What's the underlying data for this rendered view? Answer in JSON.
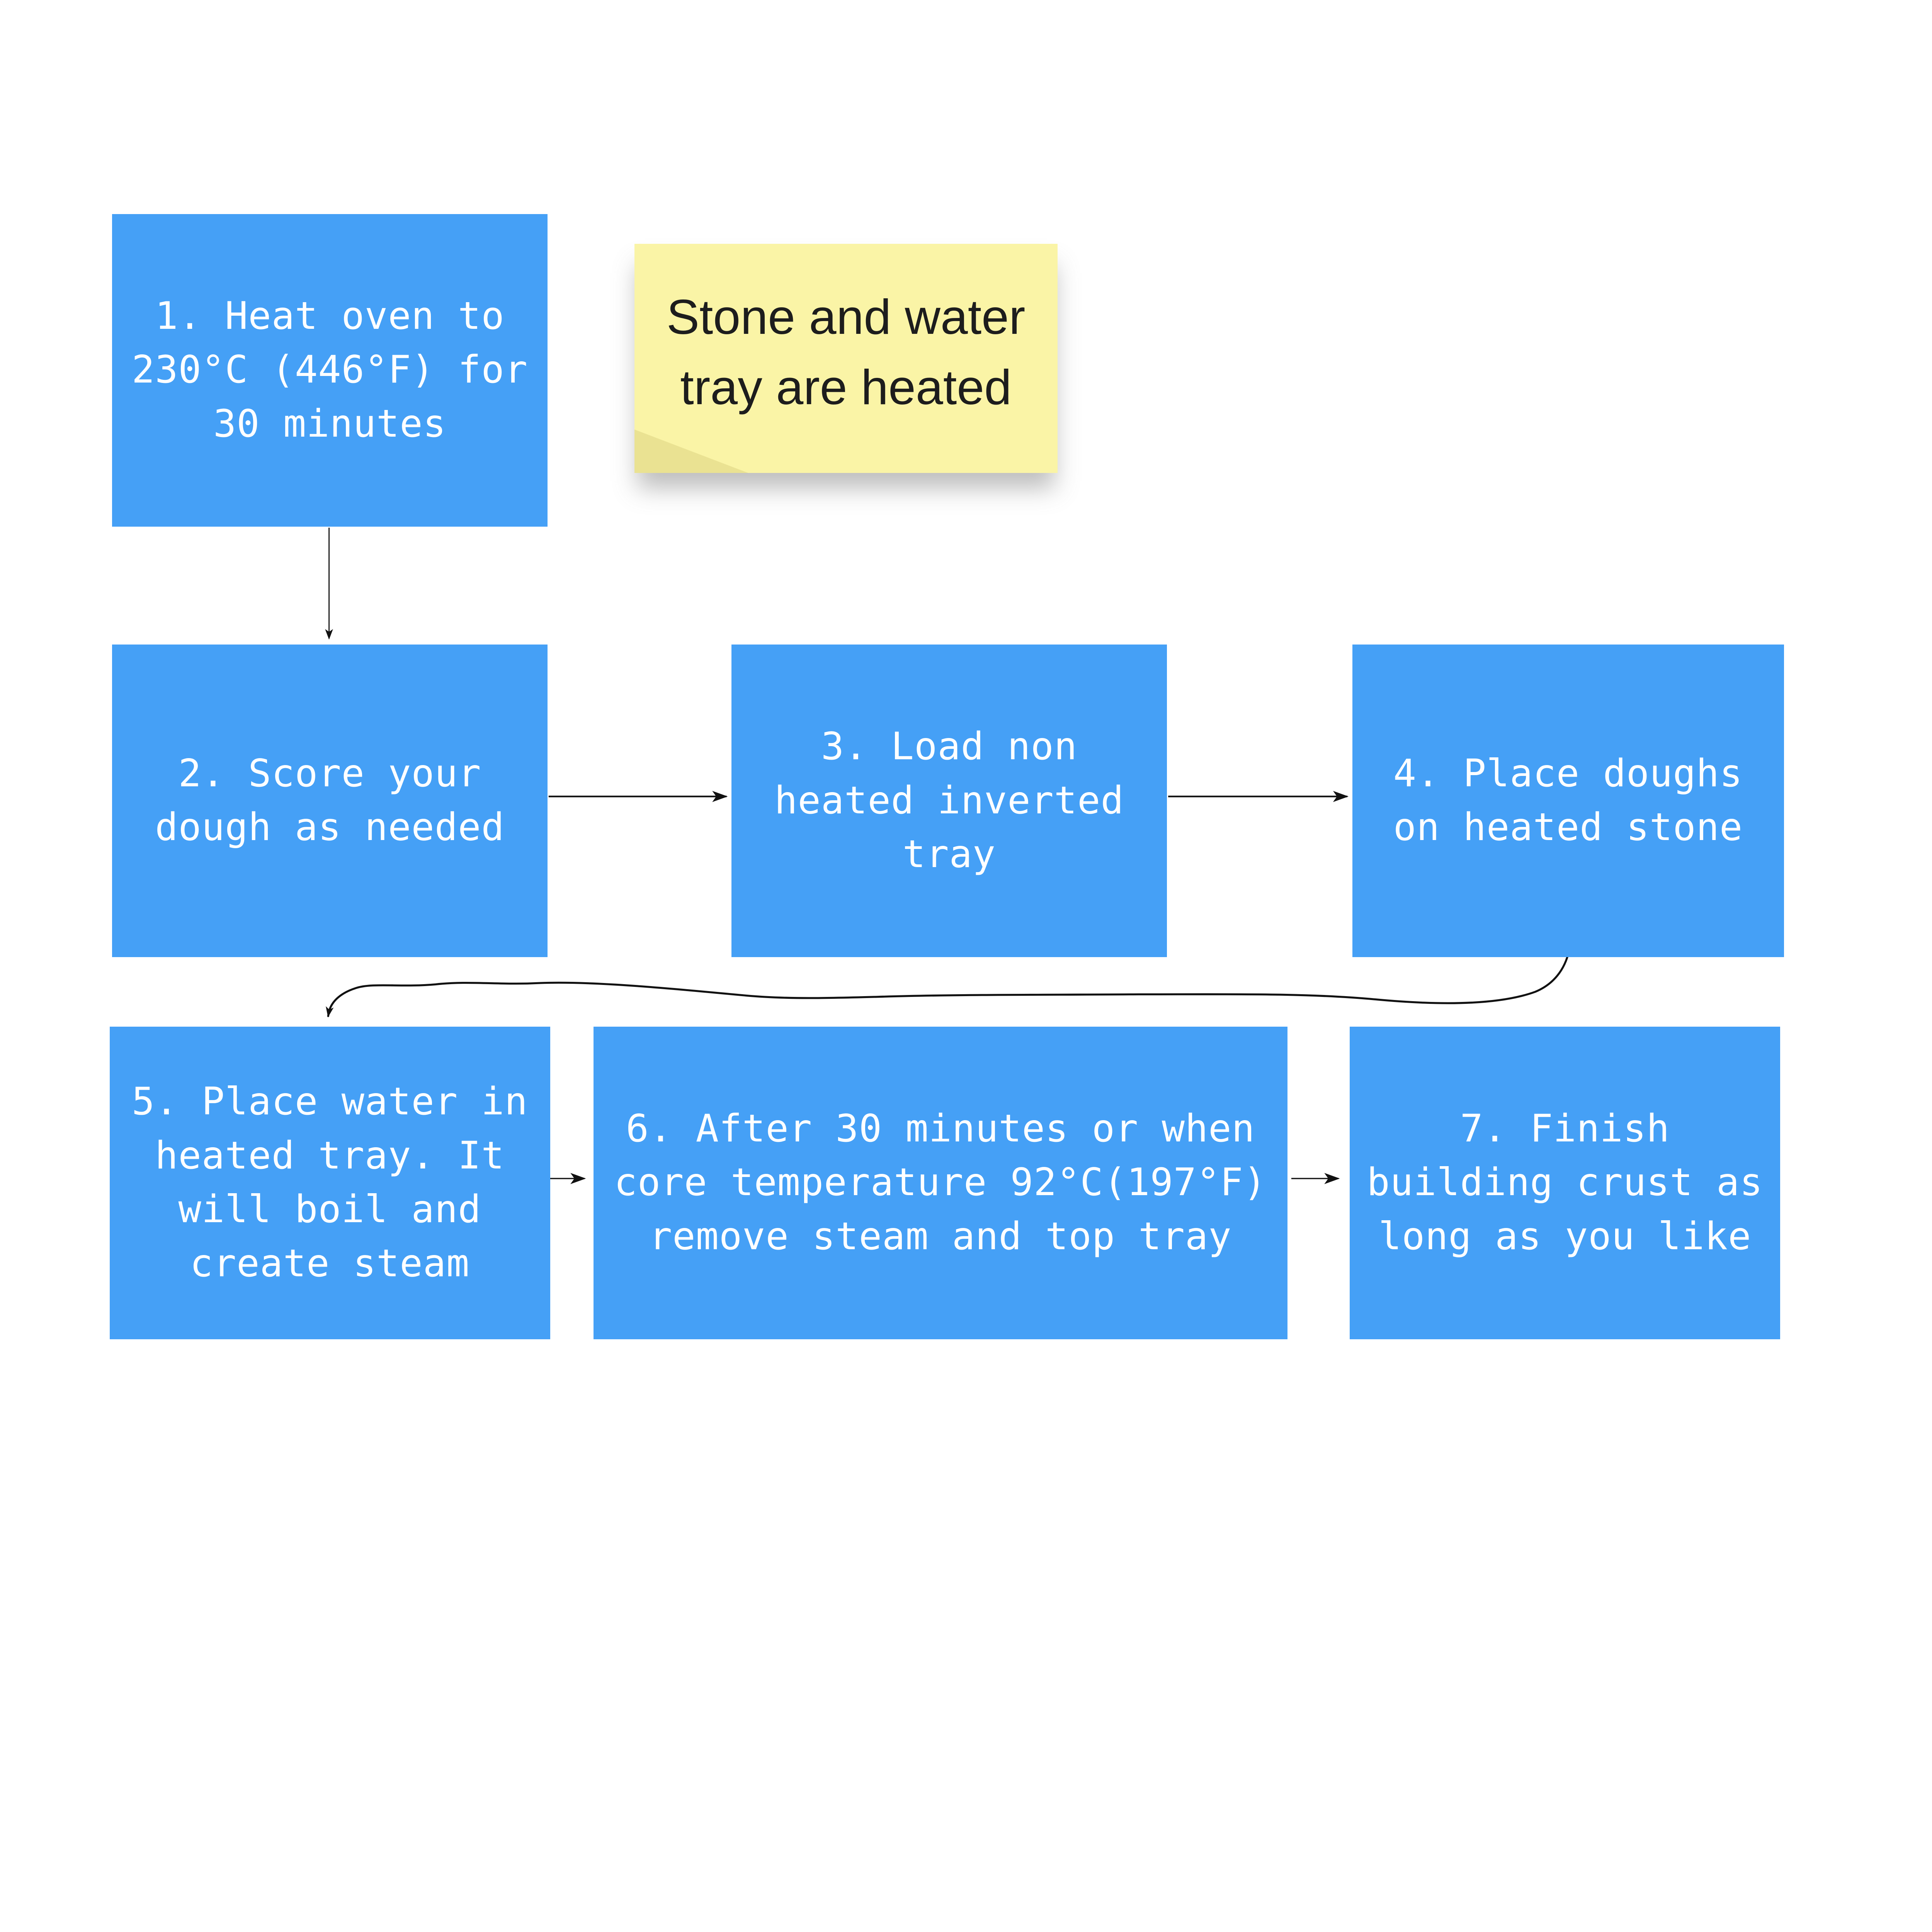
{
  "diagram": {
    "title_visible": false,
    "background": "#ffffff"
  },
  "colors": {
    "step_fill": "#45A0F6",
    "step_text": "#ffffff",
    "note_fill": "#FAF4A6",
    "note_text": "#1d1d1d",
    "connector": "#111111"
  },
  "boxes": [
    {
      "id": 1,
      "text": "1. Heat oven to\n230°C (446°F) for\n30 minutes"
    },
    {
      "id": 2,
      "text": "2. Score your\ndough as needed"
    },
    {
      "id": 3,
      "text": "3. Load non\nheated inverted\ntray"
    },
    {
      "id": 4,
      "text": "4. Place doughs\non heated stone"
    },
    {
      "id": 5,
      "text": "5. Place water in\nheated tray. It\nwill boil and\ncreate steam"
    },
    {
      "id": 6,
      "text": "6. After 30 minutes or when\ncore temperature 92°C(197°F)\nremove steam and top tray"
    },
    {
      "id": 7,
      "text": "7. Finish\nbuilding crust as\nlong as you like"
    }
  ],
  "note": {
    "text": "Stone and water\ntray are heated"
  },
  "edges": [
    {
      "from": 1,
      "to": 2,
      "style": "straight-vertical"
    },
    {
      "from": 2,
      "to": 3,
      "style": "straight-horizontal"
    },
    {
      "from": 3,
      "to": 4,
      "style": "straight-horizontal"
    },
    {
      "from": 4,
      "to": 5,
      "style": "freehand-curve"
    },
    {
      "from": 5,
      "to": 6,
      "style": "straight-horizontal"
    },
    {
      "from": 6,
      "to": 7,
      "style": "straight-horizontal"
    }
  ]
}
